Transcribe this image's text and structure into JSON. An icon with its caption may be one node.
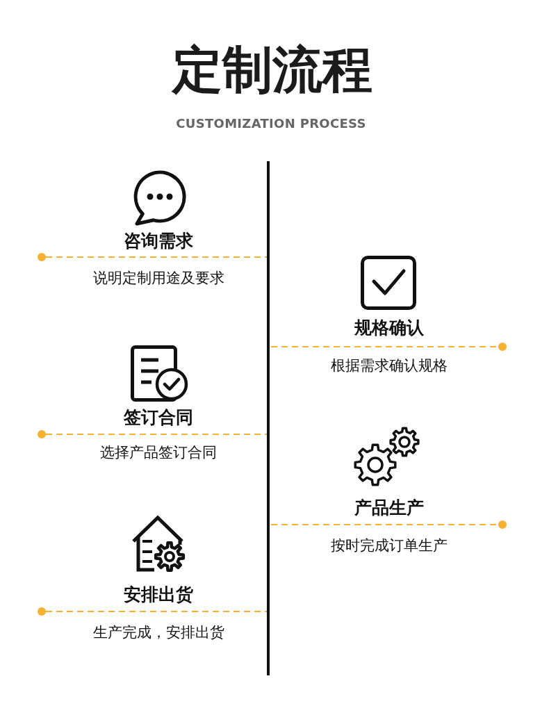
{
  "diagram": {
    "title": "定制流程",
    "labels": [
      "CUSTOMIZATION PROCESS",
      "咨询需求",
      "说明定制用途及要求",
      "规格确认",
      "根据需求确认规格",
      "签订合同",
      "选择产品签订合同",
      "产品生产",
      "按时完成订单生产",
      "安排出货",
      "生产完成，安排出货"
    ]
  }
}
